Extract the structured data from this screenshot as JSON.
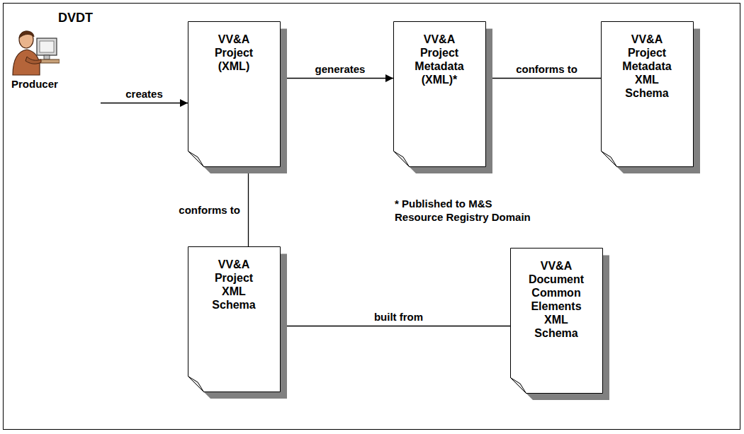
{
  "diagram": {
    "nodes": [
      {
        "text": [
          "DVDT",
          "Producer"
        ]
      },
      {
        "text": [
          "VV&A Project (XML)"
        ]
      },
      {
        "text": [
          "VV&A Project Metadata (XML)*"
        ]
      },
      {
        "text": [
          "VV&A Project Metadata XML Schema"
        ]
      },
      {
        "text": [
          "VV&A Project XML Schema"
        ]
      },
      {
        "text": [
          "VV&A Document Common Elements XML Schema"
        ]
      }
    ],
    "edges": [
      {
        "from": 0,
        "to": 1,
        "label": "creates",
        "arrow": "to"
      },
      {
        "from": 1,
        "to": 2,
        "label": "generates",
        "arrow": "to"
      },
      {
        "from": 2,
        "to": 3,
        "label": "conforms to",
        "arrow": "none"
      },
      {
        "from": 1,
        "to": 4,
        "label": "conforms to",
        "arrow": "none"
      },
      {
        "from": 4,
        "to": 5,
        "label": "built from",
        "arrow": "none"
      }
    ],
    "labels": [
      "* Published to M&S Resource Registry Domain"
    ]
  }
}
